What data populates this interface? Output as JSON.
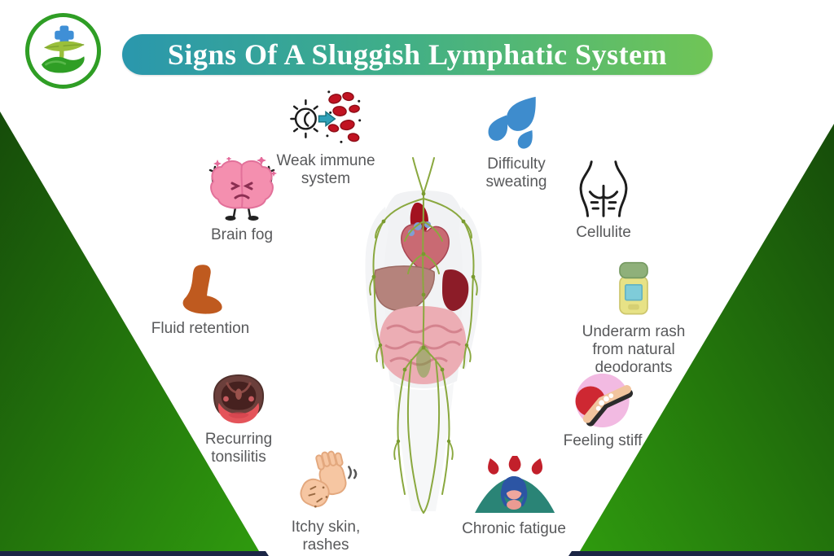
{
  "title": "Signs Of A Sluggish Lymphatic System",
  "logo": {
    "name": "hand-leaf-medical-cross-logo"
  },
  "center_illustration": "human lymphatic system with organs and green lymph vessels",
  "palette": {
    "banner_gradient_start": "#2a97ad",
    "banner_gradient_end": "#70c556",
    "triangle_green_dark": "#164c0a",
    "triangle_green_bright": "#2f9a0e",
    "bottom_strip_navy": "#1b2545",
    "label_text": "#58595b",
    "logo_ring_green": "#2f9e25"
  },
  "symptoms": [
    {
      "label": "Weak immune system",
      "icon": "blood-cells-icon"
    },
    {
      "label": "Difficulty sweating",
      "icon": "sweat-drops-icon"
    },
    {
      "label": "Brain fog",
      "icon": "brain-icon"
    },
    {
      "label": "Cellulite",
      "icon": "cellulite-body-icon"
    },
    {
      "label": "Fluid retention",
      "icon": "swollen-foot-icon"
    },
    {
      "label": "Underarm rash from natural deodorants",
      "icon": "deodorant-icon"
    },
    {
      "label": "Recurring tonsilitis",
      "icon": "tonsils-mouth-icon"
    },
    {
      "label": "Feeling stiff",
      "icon": "stiff-joint-icon"
    },
    {
      "label": "Itchy skin, rashes",
      "icon": "itchy-hands-icon"
    },
    {
      "label": "Chronic fatigue",
      "icon": "fatigued-person-icon"
    }
  ]
}
